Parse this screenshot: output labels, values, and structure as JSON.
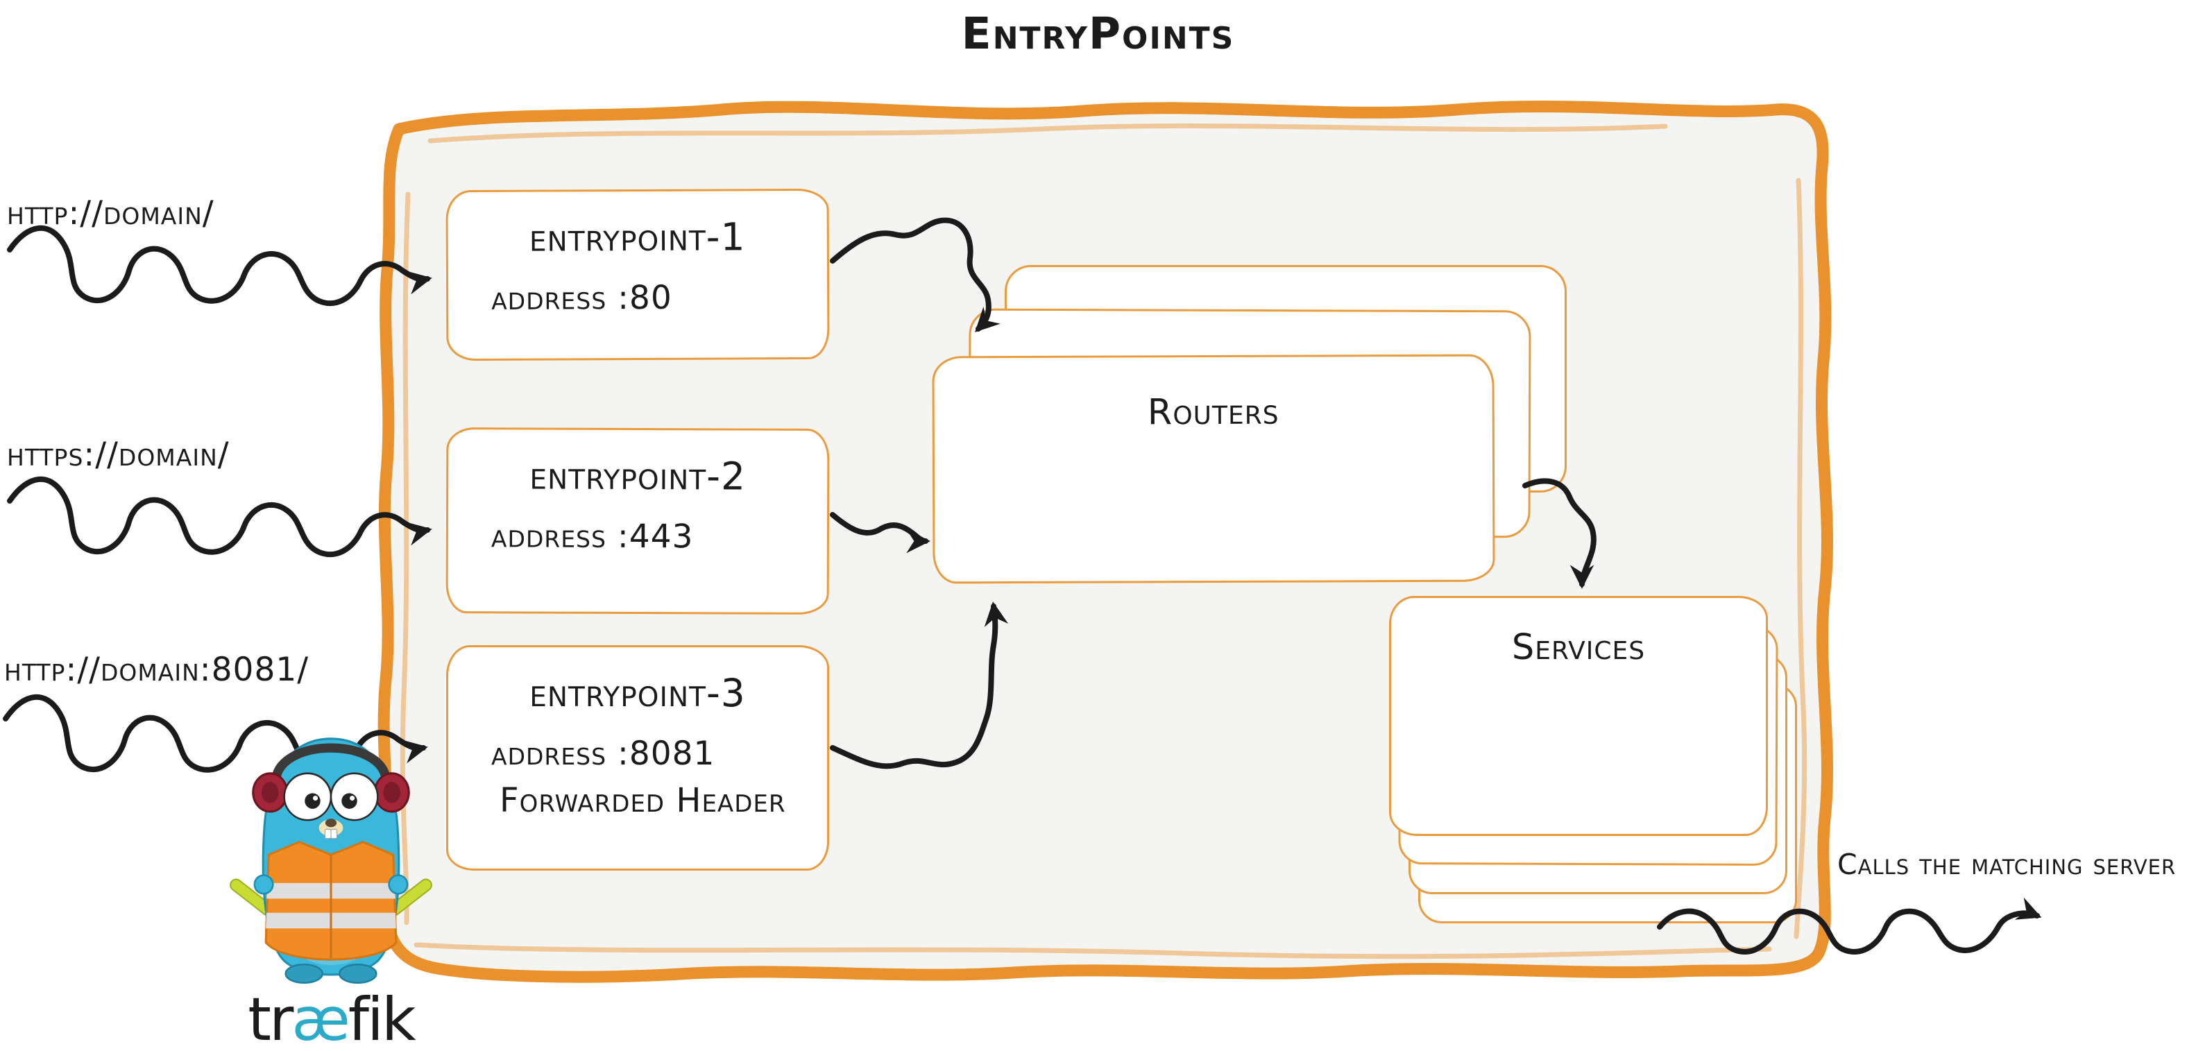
{
  "title": "EntryPoints",
  "requests": [
    {
      "label": "http://domain/"
    },
    {
      "label": "https://domain/"
    },
    {
      "label": "http://domain:8081/"
    }
  ],
  "entrypoints": [
    {
      "name": "entrypoint-1",
      "address": "address :80"
    },
    {
      "name": "entrypoint-2",
      "address": "address :443"
    },
    {
      "name": "entrypoint-3",
      "address": "address :8081",
      "extra": "Forwarded Header"
    }
  ],
  "routers": {
    "label": "Routers"
  },
  "services": {
    "label": "Services"
  },
  "output": {
    "label": "Calls the matching server"
  },
  "brand": {
    "pre": "tr",
    "ae": "æ",
    "post": "fik",
    "mascot": "traefik-gopher"
  },
  "colors": {
    "accent_orange": "#E8912D",
    "box_border_orange": "#EA9B40",
    "panel_fill": "#F4F4F2",
    "ink": "#1B1B1B",
    "brand_teal": "#2BAAC9",
    "gopher_blue": "#3AB7DA",
    "vest_orange": "#F08C23",
    "glowstick_green": "#C9DC33"
  }
}
